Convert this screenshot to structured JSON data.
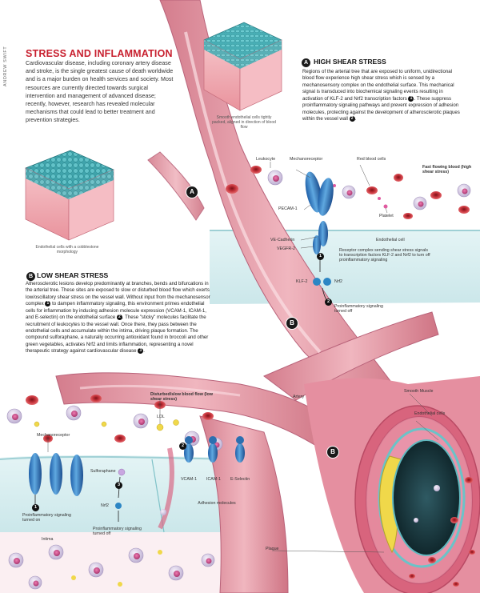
{
  "side_label": "ANDREW SWIFT",
  "title": "STRESS AND INFLAMMATION",
  "intro": "Cardiovascular disease, including coronary artery disease and stroke, is the single greatest cause of death worldwide and is a major burden on health services and society. Most resources are currently directed towards surgical intervention and management of advanced disease; recently, however, research has revealed molecular mechanisms that could lead to better treatment and prevention strategies.",
  "high_shear": {
    "badge": "A",
    "title": "HIGH SHEAR STRESS",
    "body": "Regions of the arterial tree that are exposed to uniform, unidirectional blood flow experience high shear stress which is sensed by a mechanosensory complex on the endothelial surface. This mechanical signal is transduced into biochemical signaling events resulting in activation of KLF-2 and Nrf2 transcription factors",
    "marker1": "1",
    "body_2": ". These suppress proinflammatory signaling pathways and prevent expression of adhesion molecules, protecting against the development of atherosclerotic plaques within the vessel wall",
    "marker2": "2",
    "body_end": ".",
    "cube_caption": "Smooth endothelial cells tightly packed, aligned in direction of blood flow"
  },
  "low_shear": {
    "badge": "B",
    "title": "LOW SHEAR STRESS",
    "body": "Atherosclerotic lesions develop predominantly at branches, bends and bifurcations in the arterial tree. These sites are exposed to slow or disturbed blood flow which exerts low/oscillatory shear stress on the vessel wall. Without input from the mechanosensor complex",
    "marker1": "1",
    "body_2": " to dampen inflammatory signaling, this environment primes endothelial cells for inflammation by inducing adhesion molecule expression (VCAM-1, ICAM-1, and E-selectin) on the endothelial surface",
    "marker2": "2",
    "body_3": ". These \"sticky\" molecules facilitate the recruitment of leukocytes to the vessel wall. Once there, they pass between the endothelial cells and accumulate within the intima, driving plaque formation. The compound sulforaphane, a naturally occurring antioxidant found in broccoli and other green vegetables, activates Nrf2 and limits inflammation, representing a novel therapeutic strategy against cardiovascular disease",
    "marker3": "3",
    "body_end": ".",
    "cube_caption": "Endothelial cells with a cobblestone morphology"
  },
  "labels": {
    "leukocyte": "Leukocyte",
    "mechanoreceptor_top": "Mechanoreceptor",
    "red_blood_cells": "Red blood cells",
    "fast_flow": "Fast flowing blood (high shear stress)",
    "platelet": "Platelet",
    "pecam": "PECAM-1",
    "ve_cadherin": "VE-Cadherin",
    "vegfr2": "VEGFR-2",
    "endothelial_cell": "Endothelial cell",
    "receptor_signal": "Receptor complex sending shear stress signals to transcription factors KLF-2 and Nrf2 to turn off proinflammatory signaling",
    "klf2": "KLF-2",
    "nrf2_top": "Nrf2",
    "proinflam_off_top": "Proinflammatory signaling turned off",
    "artery": "Artery",
    "disturbed_flow": "Disturbed/slow blood flow (low shear stress)",
    "ldl": "LDL",
    "mechanoreceptor_bottom": "Mechanoreceptor",
    "sulforaphane": "Sulforaphane",
    "nrf2_bottom": "Nrf2",
    "proinflam_on": "Proinflammatory signaling turned on",
    "proinflam_off_bottom": "Proinflammatory signaling turned off",
    "vcam": "VCAM-1",
    "icam": "ICAM-1",
    "eselectin": "E-Selectin",
    "adhesion": "Adhesion molecules",
    "intima": "Intima",
    "plaque": "Plaque",
    "smooth_muscle": "Smooth Muscle",
    "endothelial_cells": "Endothelial cells"
  },
  "markers": {
    "vessel_a": "A",
    "vessel_b_mid": "B",
    "vessel_b_low": "B",
    "step1_top": "1",
    "step2_top": "2",
    "step1_bottom": "1",
    "step2_bottom": "2",
    "step3_bottom": "3"
  },
  "colors": {
    "title_red": "#c8202f",
    "vessel_pink": "#e7a1ac",
    "vessel_dark": "#c26a7b",
    "fluid_blue": "#d8eef0",
    "cell_teal": "#48aeb5",
    "cube_pink": "#f2b4bb",
    "red_cell": "#c8363e",
    "leukocyte": "#d8cfe4",
    "receptor_blue": "#3a86c9",
    "lumen_dark": "#1d3b42",
    "plaque_yellow": "#f0d84a"
  }
}
